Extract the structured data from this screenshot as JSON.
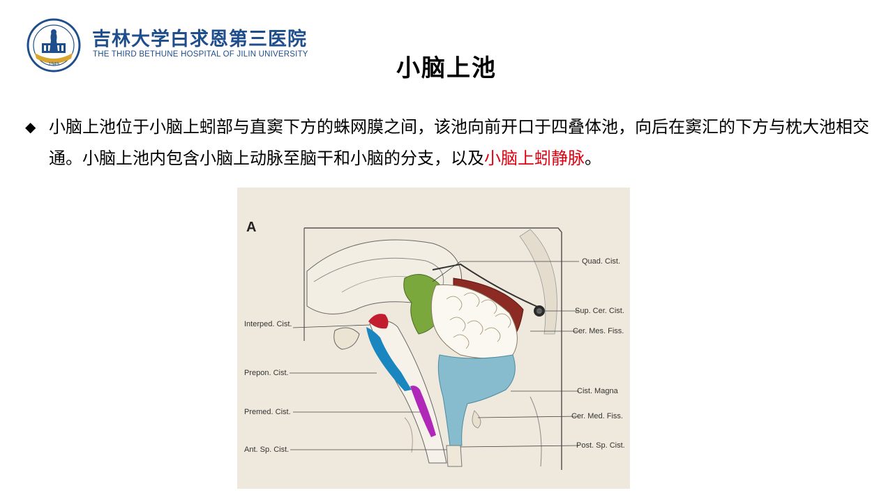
{
  "header": {
    "logo_cn": "吉林大学白求恩第三医院",
    "logo_en": "THE THIRD BETHUNE HOSPITAL OF JILIN UNIVERSITY",
    "emblem_year": "1949"
  },
  "title": "小脑上池",
  "content": {
    "bullet": "◆",
    "text_before": "小脑上池位于小脑上蚓部与直窦下方的蛛网膜之间，该池向前开口于四叠体池，向后在窦汇的下方与枕大池相交通。小脑上池内包含小脑上动脉至脑干和小脑的分支，以及",
    "highlight": "小脑上蚓静脉",
    "text_after": "。"
  },
  "colors": {
    "logo_blue": "#1f4e8c",
    "highlight_red": "#e0000f",
    "figure_bg": "#efe9dd",
    "quad_cist_green": "#7aa83c",
    "sup_cer_cist_red": "#8c2a24",
    "cist_magna_blue": "#86bccd",
    "prepon_blue": "#1a86c0",
    "premed_purple": "#b028b8",
    "interped_red": "#c21d2e"
  },
  "figure": {
    "panel_letter": "A",
    "labels_right": [
      "Quad. Cist.",
      "Sup. Cer. Cist.",
      "Cer. Mes. Fiss.",
      "Cist. Magna",
      "Cer. Med. Fiss.",
      "Post. Sp. Cist."
    ],
    "labels_left": [
      "Interped. Cist.",
      "Prepon. Cist.",
      "Premed. Cist.",
      "Ant. Sp. Cist."
    ]
  }
}
